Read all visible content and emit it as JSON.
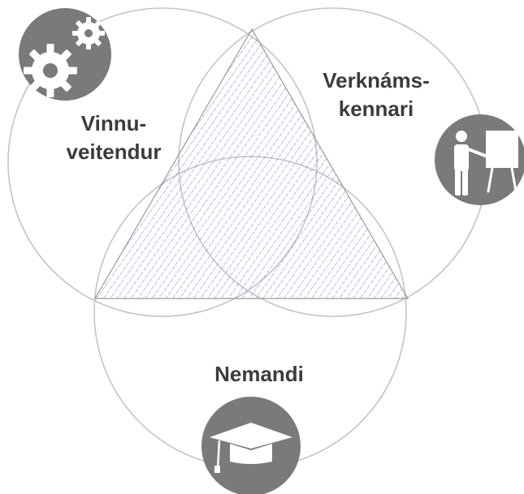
{
  "labels": {
    "employer_line1": "Vinnu-",
    "employer_line2": "veitendur",
    "teacher_line1": "Verknáms-",
    "teacher_line2": "kennari",
    "student": "Nemandi"
  },
  "icons": {
    "employer": "gears-icon",
    "teacher": "teacher-at-board-icon",
    "student": "graduation-cap-icon"
  },
  "colors": {
    "circle_stroke": "#c4c4c4",
    "icon_background": "#7a7a7a",
    "hatch": "#5a5acb",
    "label_text": "#3c3c3c"
  }
}
